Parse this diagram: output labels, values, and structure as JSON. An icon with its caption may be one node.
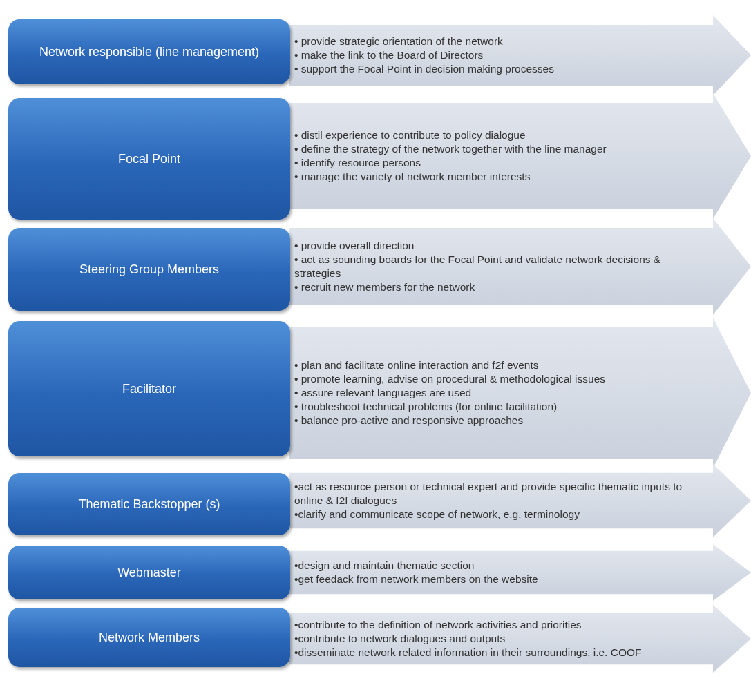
{
  "diagram": {
    "nodes": [
      {
        "text": [
          "Network responsible (line management)"
        ]
      },
      {
        "text": [
          "• provide strategic orientation of the network",
          "• make the link to the Board of Directors",
          "• support the Focal Point in decision making processes"
        ]
      },
      {
        "text": [
          "Focal Point"
        ]
      },
      {
        "text": [
          "• distil experience to contribute to policy dialogue",
          "• define the strategy of the network together with the line manager",
          "• identify resource persons",
          "• manage the variety of network member interests"
        ]
      },
      {
        "text": [
          "Steering Group Members"
        ]
      },
      {
        "text": [
          "• provide overall direction",
          "• act as sounding boards for the Focal Point and validate network decisions & strategies",
          "• recruit new members for the network"
        ]
      },
      {
        "text": [
          "Facilitator"
        ]
      },
      {
        "text": [
          "• plan and facilitate online interaction and f2f events",
          "• promote learning, advise on procedural & methodological issues",
          "• assure relevant languages are used",
          "• troubleshoot technical problems (for online facilitation)",
          "• balance pro-active and responsive approaches"
        ]
      },
      {
        "text": [
          "Thematic Backstopper (s)"
        ]
      },
      {
        "text": [
          "•act as resource person or technical expert and provide specific thematic inputs to online & f2f dialogues",
          "•clarify and communicate scope of network, e.g. terminology"
        ]
      },
      {
        "text": [
          "Webmaster"
        ]
      },
      {
        "text": [
          "•design and maintain thematic section",
          "•get feedack from network members on the website"
        ]
      },
      {
        "text": [
          "Network Members"
        ]
      },
      {
        "text": [
          "•contribute to the definition of network activities and priorities",
          "•contribute to network dialogues and outputs",
          "•disseminate network related information in their surroundings, i.e. COOF"
        ]
      }
    ]
  }
}
